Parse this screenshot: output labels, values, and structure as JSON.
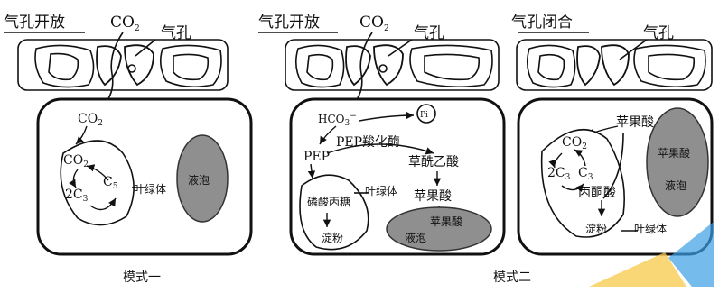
{
  "panel1": {
    "state": "气孔开放",
    "co2_top": "CO",
    "co2_top_sub": "2",
    "stoma": "气孔",
    "co2_in": "CO",
    "co2_in_sub": "2",
    "co2_chloro": "CO",
    "co2_chloro_sub": "2",
    "c3": "2C",
    "c3_sub": "3",
    "c5": "C",
    "c5_sub": "5",
    "chloroplast": "叶绿体",
    "vacuole": "液泡",
    "caption": "模式一"
  },
  "panel2": {
    "state": "气孔开放",
    "co2_top": "CO",
    "co2_top_sub": "2",
    "stoma": "气孔",
    "hco3": "HCO",
    "hco3_sub": "3",
    "hco3_sup": "−",
    "pi": "Pi",
    "enzyme": "PEP羧化酶",
    "pep": "PEP",
    "oaa": "草酰乙酸",
    "malate1": "苹果酸",
    "malate2": "苹果酸",
    "triose": "磷酸丙糖",
    "starch": "淀粉",
    "chloroplast": "叶绿体",
    "vacuole": "液泡",
    "caption": "模式二"
  },
  "panel3": {
    "state": "气孔闭合",
    "stoma": "气孔",
    "malate1": "苹果酸",
    "malate2": "苹果酸",
    "co2": "CO",
    "co2_sub": "2",
    "c3": "2C",
    "c3_sub": "3",
    "c5": "C",
    "c5_sub": "3",
    "pyruvate": "丙酮酸",
    "starch": "淀粉",
    "chloroplast": "叶绿体",
    "vacuole": "液泡"
  },
  "colors": {
    "vacuole_fill": "#8f8f8f",
    "watermark_yellow": "#f7c948",
    "watermark_blue": "#3aa0e6"
  }
}
